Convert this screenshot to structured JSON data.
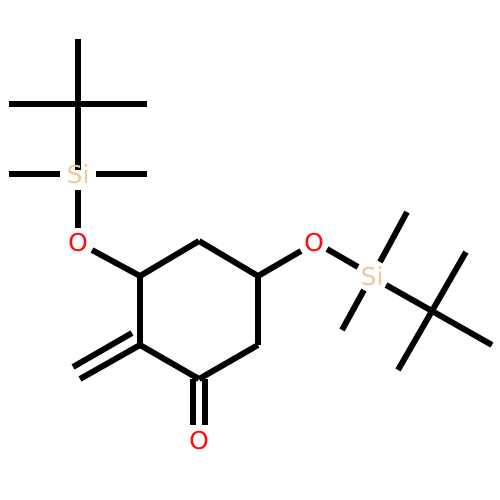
{
  "colors": {
    "background": "#ffffff",
    "bond": "#000000",
    "oxygen": "#ff0d0d",
    "silicon": "#f0c8a0"
  },
  "atoms": {
    "si_top": {
      "label": "Si"
    },
    "si_right": {
      "label": "Si"
    },
    "o_left": {
      "label": "O"
    },
    "o_right": {
      "label": "O"
    },
    "o_ketone": {
      "label": "O"
    }
  }
}
